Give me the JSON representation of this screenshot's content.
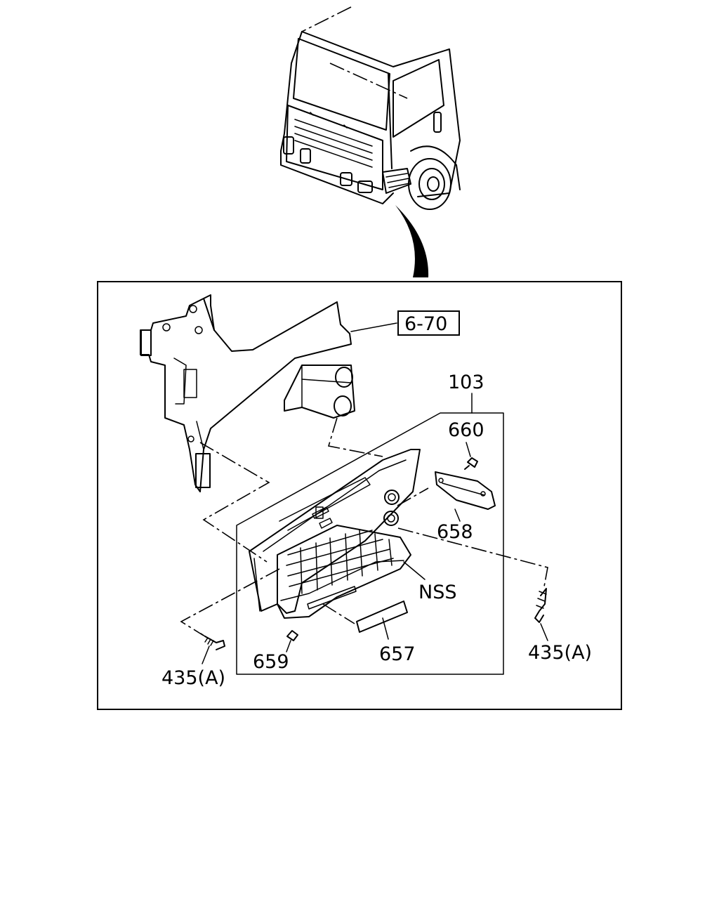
{
  "figure": {
    "callouts": {
      "ref_group": "6-70",
      "p103": "103",
      "p660": "660",
      "p658": "658",
      "nss": "NSS",
      "p657": "657",
      "p659": "659",
      "p435_left": "435(A)",
      "p435_right": "435(A)"
    }
  }
}
